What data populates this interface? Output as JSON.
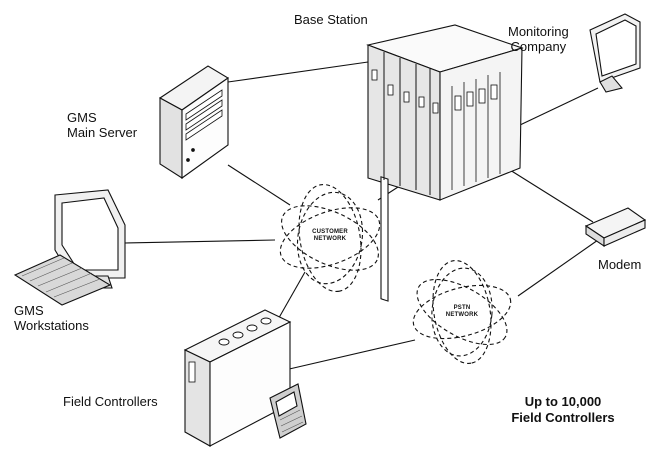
{
  "labels": {
    "base_station": "Base Station",
    "monitoring_company": [
      "Monitoring",
      "Company"
    ],
    "gms_main_server": [
      "GMS",
      "Main Server"
    ],
    "gms_workstations": [
      "GMS",
      "Workstations"
    ],
    "modem": "Modem",
    "field_controllers": "Field Controllers",
    "customer_network": [
      "CUSTOMER",
      "NETWORK"
    ],
    "pstn_network": [
      "PSTN",
      "NETWORK"
    ],
    "capacity_note": [
      "Up to 10,000",
      "Field Controllers"
    ]
  },
  "colors": {
    "line": "#111111",
    "ink": "#111111",
    "background": "#ffffff"
  }
}
